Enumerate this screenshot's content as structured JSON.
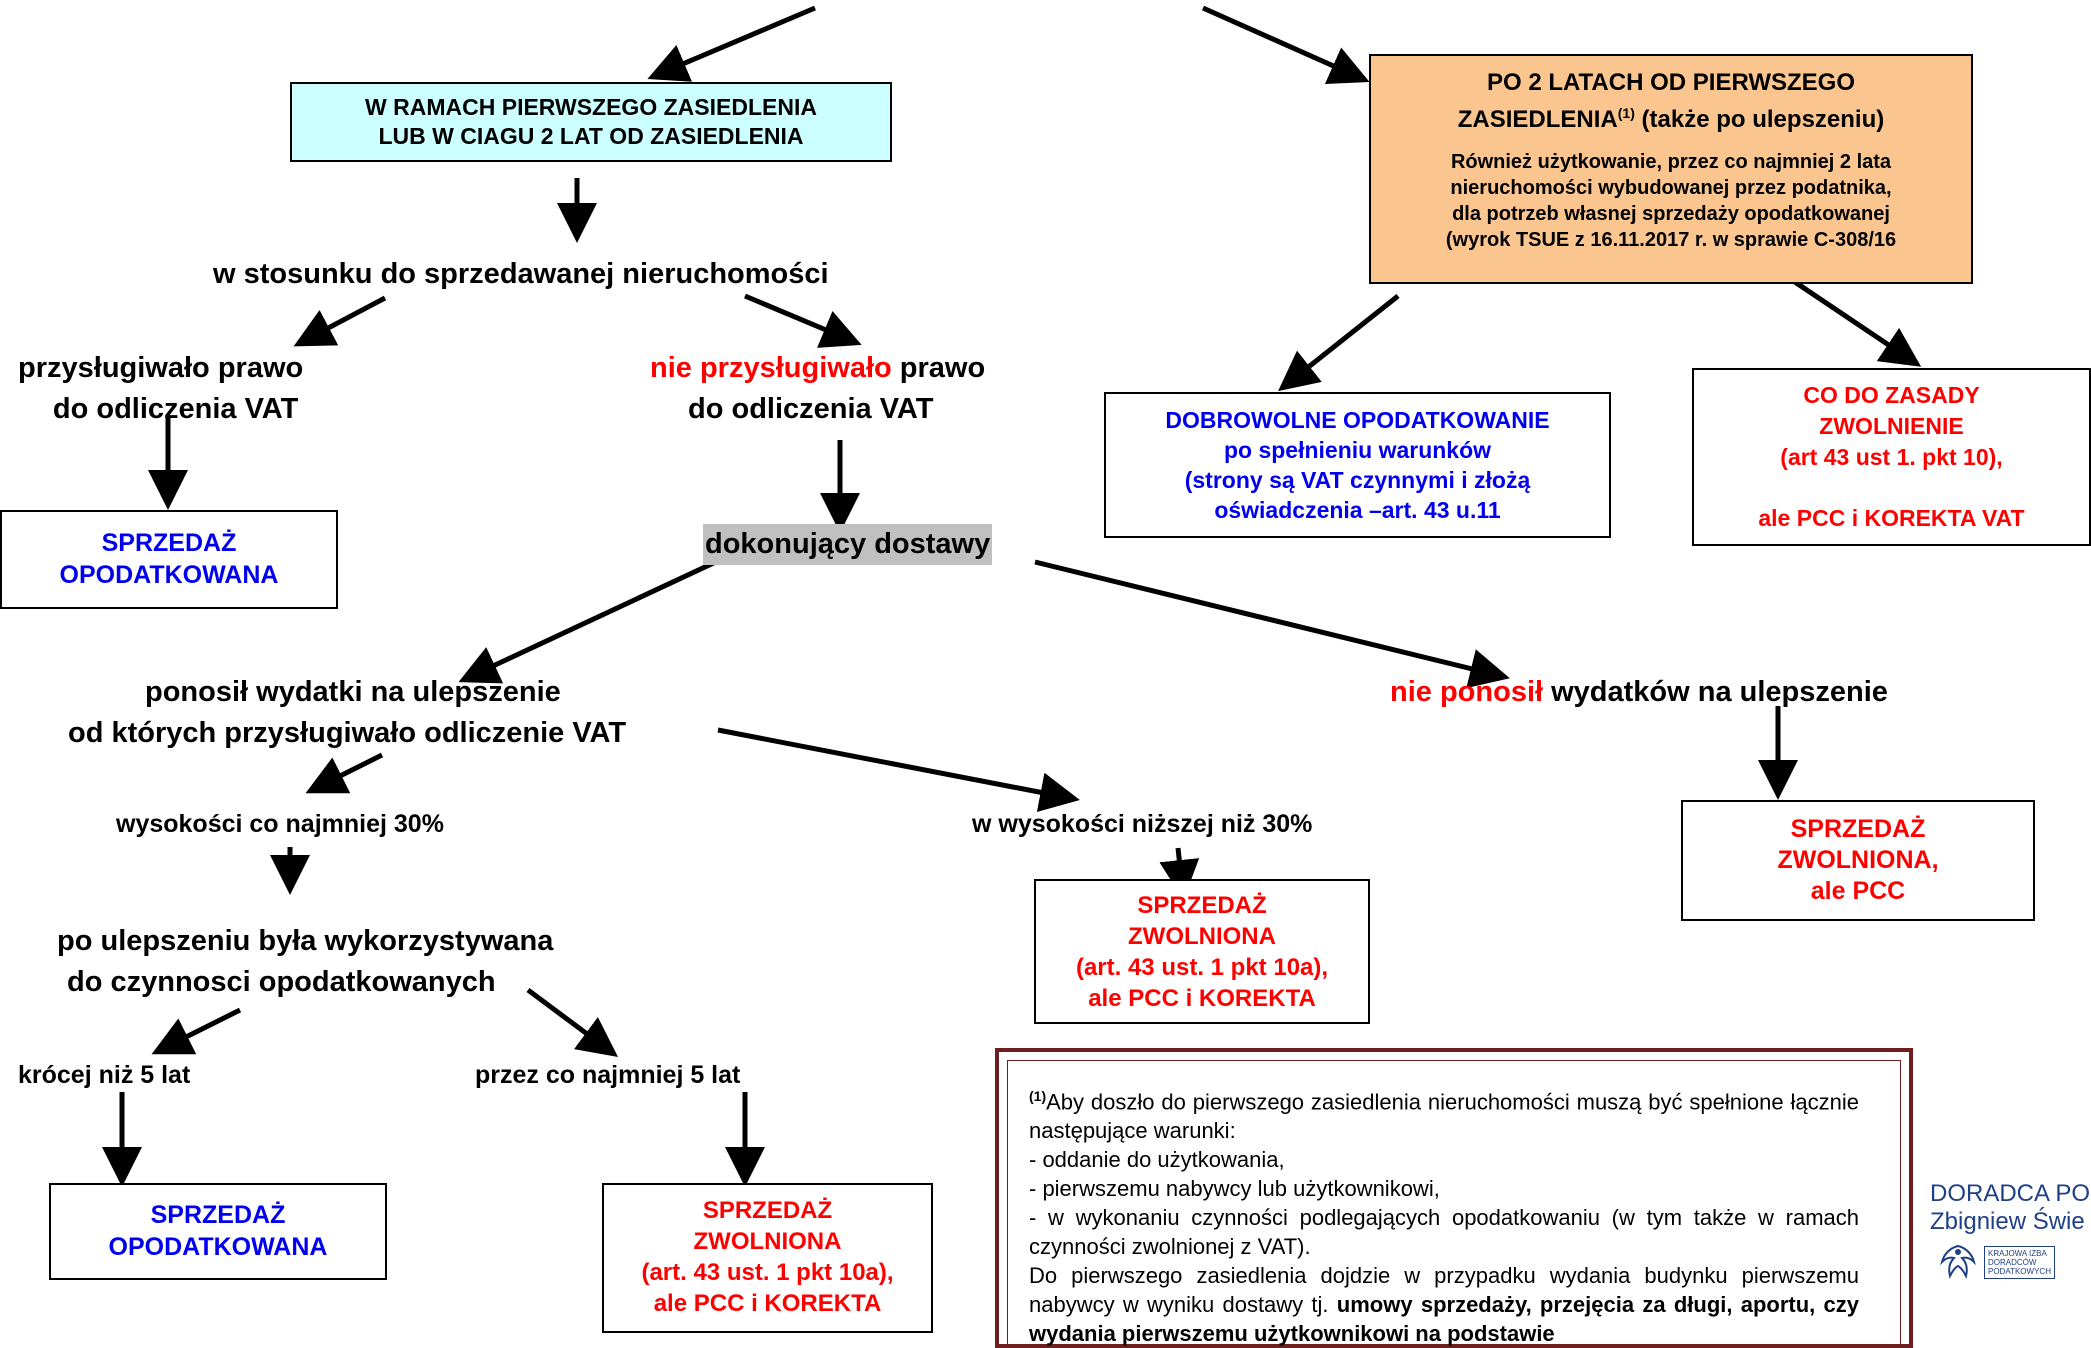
{
  "top_left_box": {
    "line1": "W RAMACH PIERWSZEGO ZASIEDLENIA",
    "line2": "LUB W CIAGU 2 LAT OD ZASIEDLENIA",
    "bg_color": "#ccffff"
  },
  "top_right_box": {
    "line1": "PO 2 LATACH OD PIERWSZEGO",
    "line2_a": "ZASIEDLENIA",
    "line2_sup": "(1)",
    "line2_b": " (także po ulepszeniu)",
    "sub1": "Również użytkowanie, przez co najmniej 2 lata",
    "sub2": "nieruchomości wybudowanej przez podatnika,",
    "sub3": "dla potrzeb własnej sprzedaży opodatkowanej",
    "sub4": "(wyrok TSUE z 16.11.2017 r. w sprawie C-308/16",
    "bg_color": "#fbc58f"
  },
  "left_branch": {
    "relation": "w stosunku do sprzedawanej nieruchomości",
    "had_right_l1": "przysługiwało prawo",
    "had_right_l2": "do odliczenia VAT",
    "no_right_red": "nie przysługiwało",
    "no_right_rest": " prawo",
    "no_right_l2": "do odliczenia VAT",
    "taxed_sale_l1": "SPRZEDAŻ",
    "taxed_sale_l2": "OPODATKOWANA",
    "supplier": "dokonujący dostawy"
  },
  "improvement": {
    "incurred_l1": "ponosił wydatki na ulepszenie",
    "incurred_l2": "od których przysługiwało odliczenie VAT",
    "not_incurred_red": "nie ponosił",
    "not_incurred_rest": " wydatków na ulepszenie",
    "min30": "wysokości co najmniej 30%",
    "below30": "w wysokości niższej niż 30%",
    "used_l1": "po ulepszeniu była wykorzystywana",
    "used_l2": "do czynnosci opodatkowanych",
    "less5": "krócej niż 5 lat",
    "atleast5": "przez co najmniej 5 lat"
  },
  "boxes": {
    "voluntary_l1": "DOBROWOLNE OPODATKOWANIE",
    "voluntary_l2": "po spełnieniu warunków",
    "voluntary_l3": "(strony są VAT czynnymi i złożą",
    "voluntary_l4": "oświadczenia –art. 43 u.11",
    "principle_l1": "CO DO ZASADY",
    "principle_l2": "ZWOLNIENIE",
    "principle_l3": "(art 43 ust 1. pkt 10),",
    "principle_l4": "ale  PCC  i  KOREKTA  VAT",
    "exempt_pcc_l1": "SPRZEDAŻ",
    "exempt_pcc_l2": "ZWOLNIONA,",
    "exempt_pcc_l3": "ale PCC",
    "exempt_mid_l1": "SPRZEDAŻ",
    "exempt_mid_l2": "ZWOLNIONA",
    "exempt_mid_l3": "(art. 43 ust. 1 pkt 10a),",
    "exempt_mid_l4": "ale  PCC  i  KOREKTA",
    "taxed_bottom_l1": "SPRZEDAŻ",
    "taxed_bottom_l2": "OPODATKOWANA",
    "exempt_bottom_l1": "SPRZEDAŻ",
    "exempt_bottom_l2": "ZWOLNIONA",
    "exempt_bottom_l3": "(art. 43 ust. 1 pkt 10a),",
    "exempt_bottom_l4": "ale  PCC  i  KOREKTA"
  },
  "footnote": {
    "marker": "(1)",
    "intro": "Aby doszło do pierwszego zasiedlenia nieruchomości muszą być spełnione łącznie następujące warunki:",
    "item1": "- oddanie do użytkowania,",
    "item2": "- pierwszemu nabywcy lub użytkownikowi,",
    "item3": "- w wykonaniu czynności podlegających opodatkowaniu (w tym także w ramach czynności zwolnionej z VAT).",
    "para_start": "Do pierwszego zasiedlenia dojdzie w przypadku wydania budynku pierwszemu nabywcy w wyniku dostawy tj. ",
    "para_bold": "umowy sprzedaży, przejęcia za długi, aportu, czy wydania pierwszemu użytkownikowi na podstawie"
  },
  "logo": {
    "line1": "DORADCA POD",
    "line2": "Zbigniew Świe",
    "emblem_l1": "KRAJOWA IZBA",
    "emblem_l2": "DORADCÓW",
    "emblem_l3": "PODATKOWYCH"
  },
  "colors": {
    "red": "#ff0000",
    "blue": "#0000ee",
    "note_border": "#6e1e1e",
    "logo_blue": "#1f3f87"
  }
}
